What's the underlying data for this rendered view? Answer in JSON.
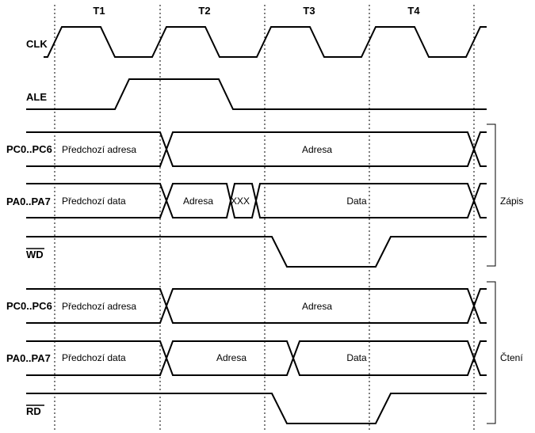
{
  "phases": [
    "T1",
    "T2",
    "T3",
    "T4"
  ],
  "signals": {
    "clk": "CLK",
    "ale": "ALE",
    "write_pc": "PC0..PC6",
    "write_pa": "PA0..PA7",
    "wd": "WD",
    "read_pc": "PC0..PC6",
    "read_pa": "PA0..PA7",
    "rd": "RD"
  },
  "write_section": {
    "label": "Zápis",
    "pc_prev": "Předchozí adresa",
    "pc_addr": "Adresa",
    "pa_prev": "Předchozí data",
    "pa_addr": "Adresa",
    "pa_xxx": "XXX",
    "pa_data": "Data"
  },
  "read_section": {
    "label": "Čtení",
    "pc_prev": "Předchozí adresa",
    "pc_addr": "Adresa",
    "pa_prev": "Předchozí data",
    "pa_addr": "Adresa",
    "pa_data": "Data"
  }
}
